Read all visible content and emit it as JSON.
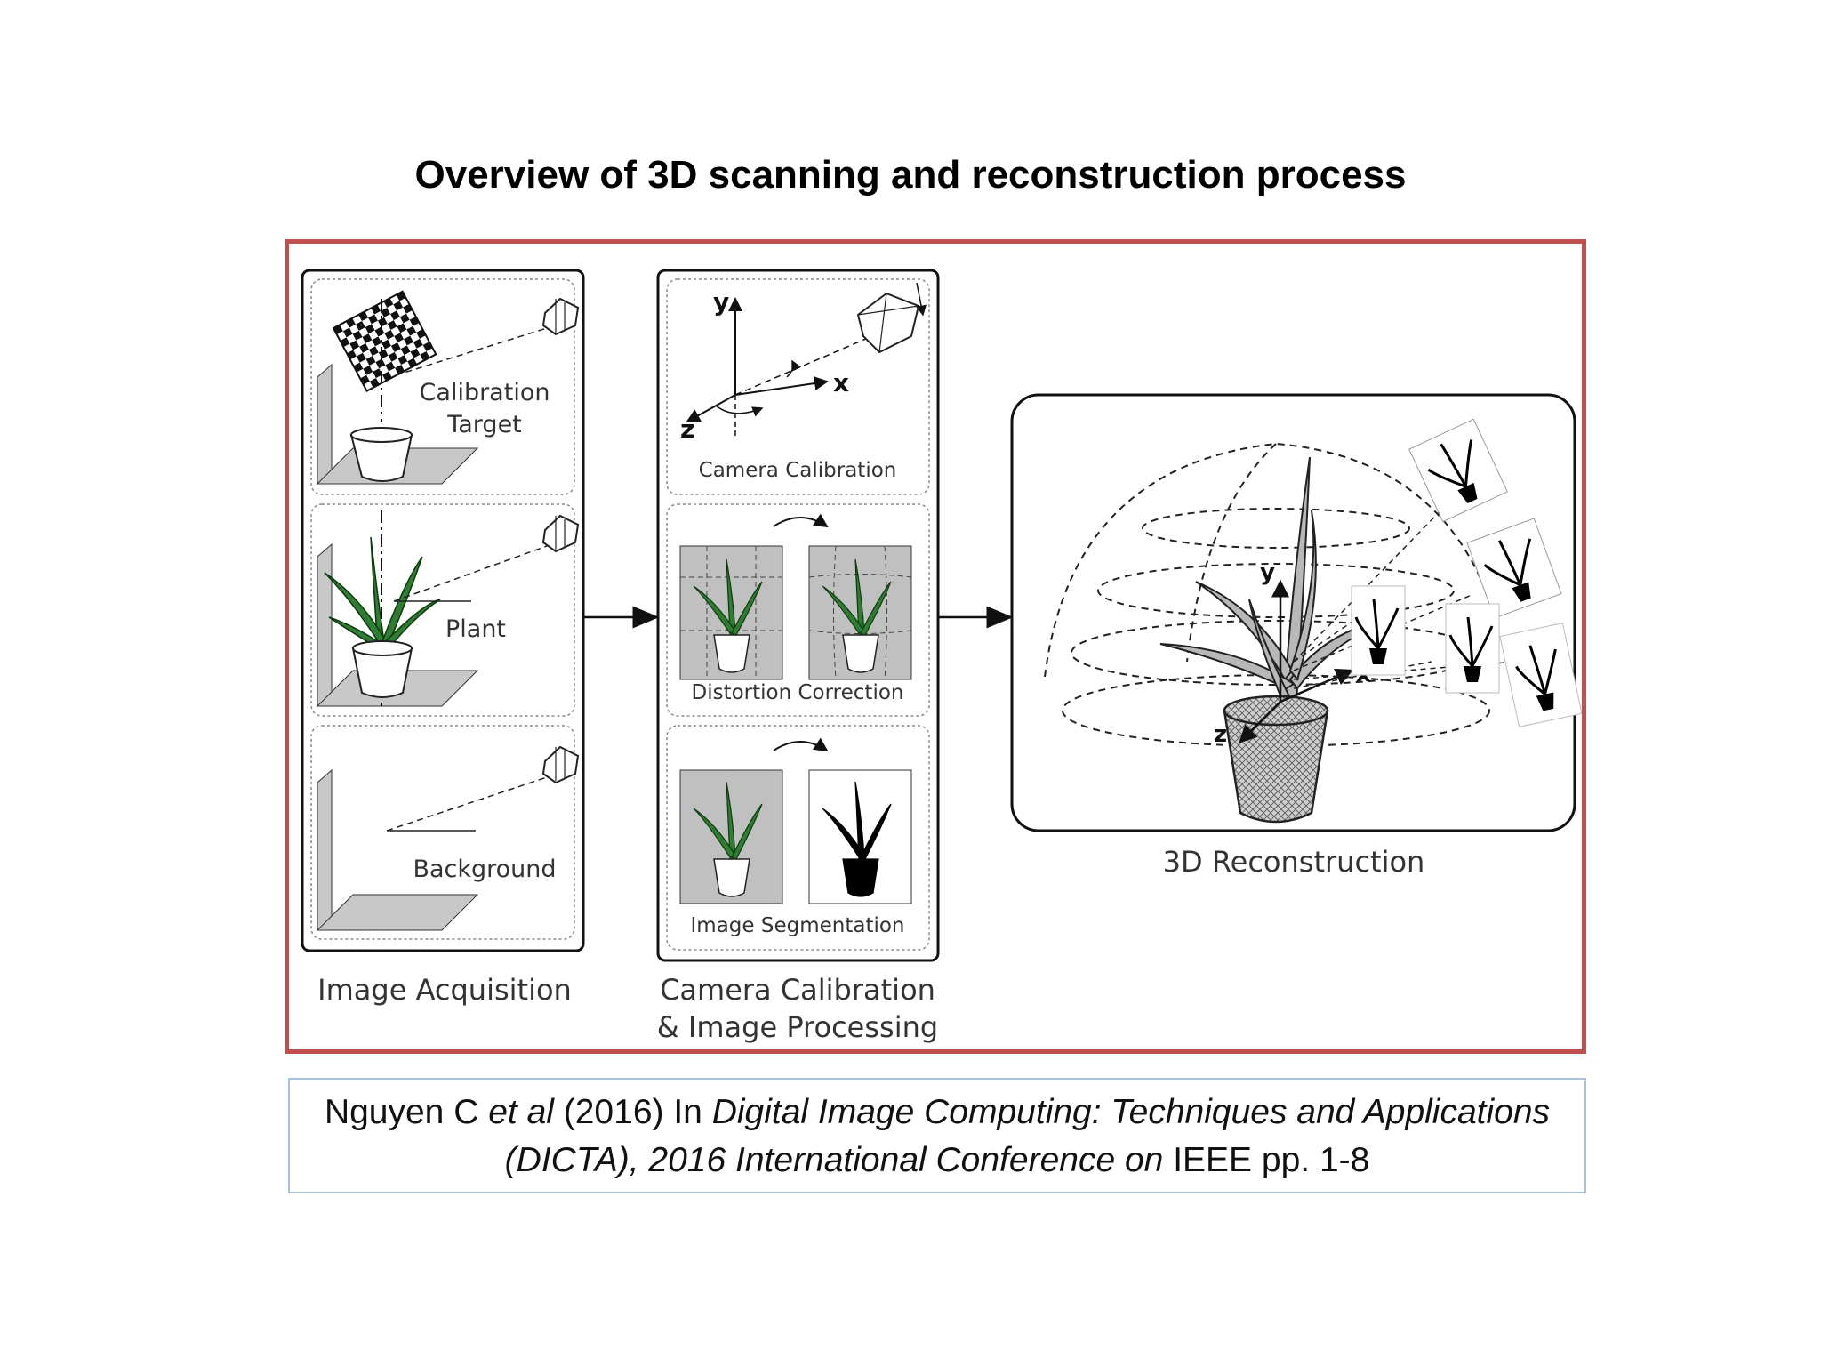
{
  "title": "Overview of 3D scanning and reconstruction process",
  "diagram": {
    "acquisition": {
      "caption": "Image Acquisition",
      "calibration_target_line1": "Calibration",
      "calibration_target_line2": "Target",
      "plant": "Plant",
      "background": "Background"
    },
    "processing": {
      "caption_line1": "Camera Calibration",
      "caption_line2": "& Image Processing",
      "camera_calibration": "Camera Calibration",
      "distortion_correction": "Distortion Correction",
      "image_segmentation": "Image Segmentation",
      "axis_y": "y",
      "axis_x": "x",
      "axis_z": "z"
    },
    "reconstruction": {
      "caption": "3D Reconstruction",
      "axis_y": "y",
      "axis_x": "x",
      "axis_z": "z"
    }
  },
  "citation": {
    "author": "Nguyen C ",
    "etal": "et al",
    "year": " (2016) In ",
    "venue": "Digital Image Computing: Techniques and Applications (DICTA), 2016 International Conference on",
    "publisher": " IEEE pp. 1-8"
  },
  "colors": {
    "frame": "#c0504d",
    "citation_border": "#a8c0d8",
    "plant_green": "#2e7d32"
  }
}
